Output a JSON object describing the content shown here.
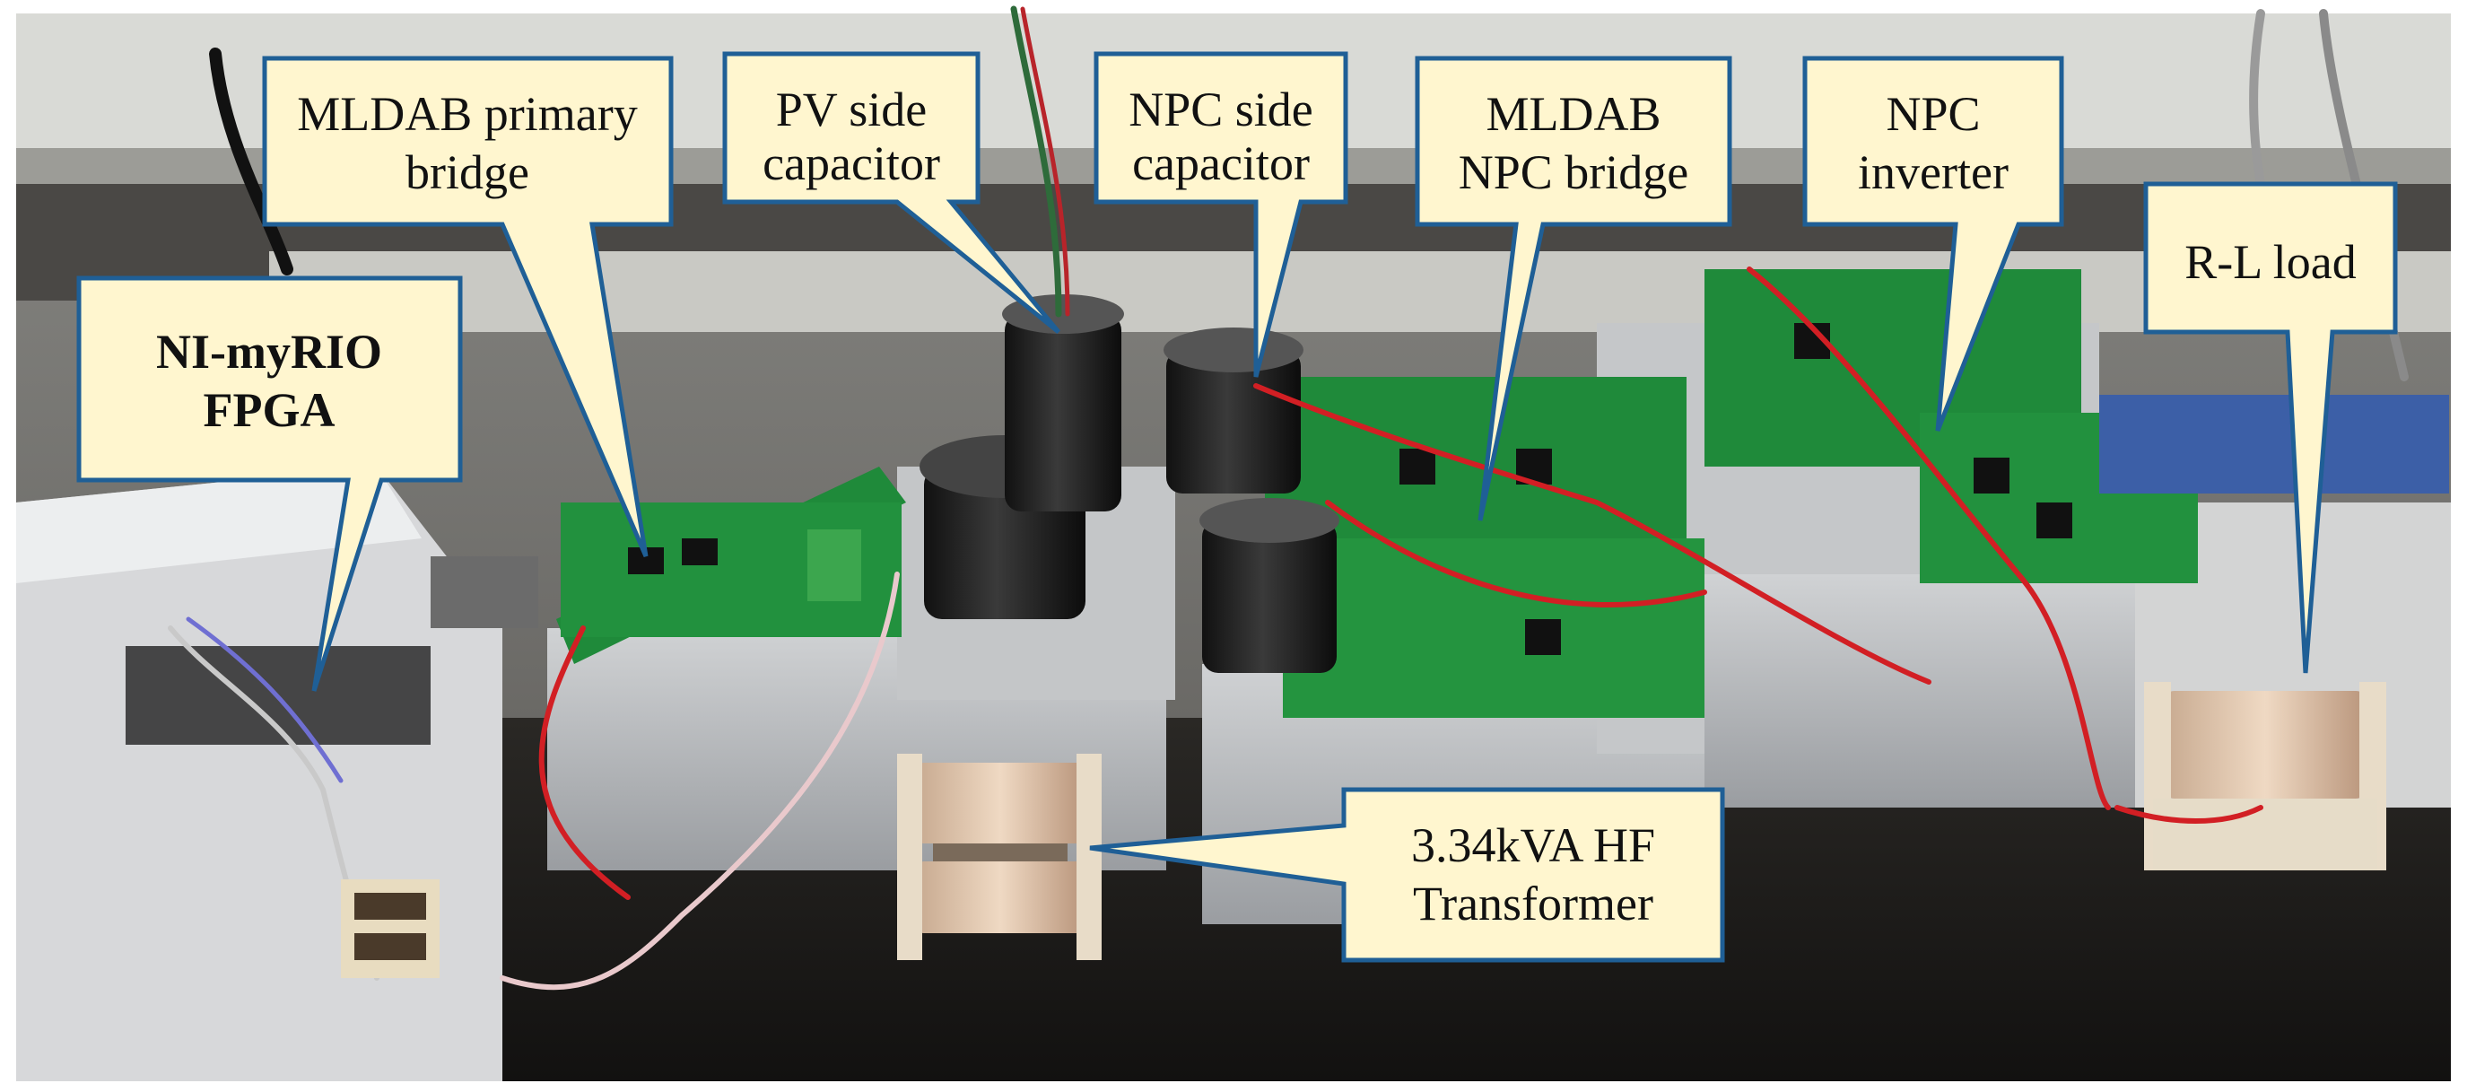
{
  "photo": {
    "subject": "Laboratory setup with power electronics boards, capacitors, transformers and wiring on a bench"
  },
  "labels": {
    "nimyrio": {
      "line1": "NI-myRIO",
      "line2": "FPGA",
      "bold": true
    },
    "mldab_primary": {
      "line1": "MLDAB primary",
      "line2": "bridge"
    },
    "pv_cap": {
      "line1": "PV side",
      "line2": "capacitor"
    },
    "npc_cap": {
      "line1": "NPC side",
      "line2": "capacitor"
    },
    "mldab_npc": {
      "line1": "MLDAB",
      "line2": "NPC bridge"
    },
    "npc_inv": {
      "line1": "NPC",
      "line2": "inverter"
    },
    "rl_load": {
      "line1": "R-L load"
    },
    "hf_trans": {
      "line1": "3.34kVA HF",
      "line2": "Transformer"
    }
  },
  "colors": {
    "callout_fill": "#fff6cf",
    "callout_border": "#1f5f96",
    "pcb_green": "#1f8a3a",
    "heatsink": "#b9bcc0",
    "bench": "#1b1a18",
    "wire_red": "#d21f24"
  }
}
